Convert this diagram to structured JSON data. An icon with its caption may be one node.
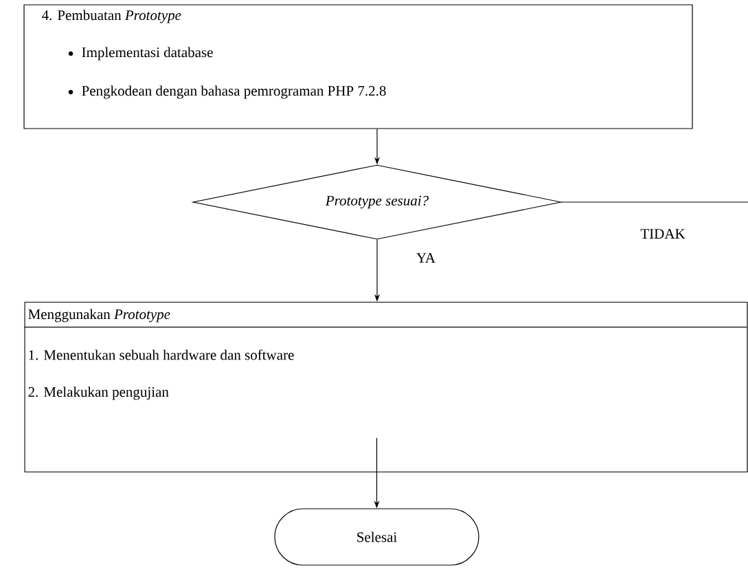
{
  "diagram": {
    "nodes": [
      {
        "text": [
          "4. Pembuatan *Prototype*",
          "Implementasi database",
          "Pengkodean dengan bahasa pemrograman PHP 7.2.8"
        ]
      },
      {
        "text": [
          "Prototype sesuai?"
        ]
      },
      {
        "text": [
          "Menggunakan *Prototype*",
          "1. Menentukan sebuah hardware dan software",
          "2. Melakukan pengujian"
        ]
      },
      {
        "text": [
          "Selesai"
        ]
      }
    ],
    "edges": [
      {
        "from": 0,
        "to": 1,
        "arrow": "to"
      },
      {
        "from": 1,
        "to": null,
        "arrow": "none",
        "label": "TIDAK"
      },
      {
        "from": 1,
        "to": 2,
        "arrow": "to",
        "label": "YA"
      },
      {
        "from": 2,
        "to": 3,
        "arrow": "to"
      }
    ]
  }
}
